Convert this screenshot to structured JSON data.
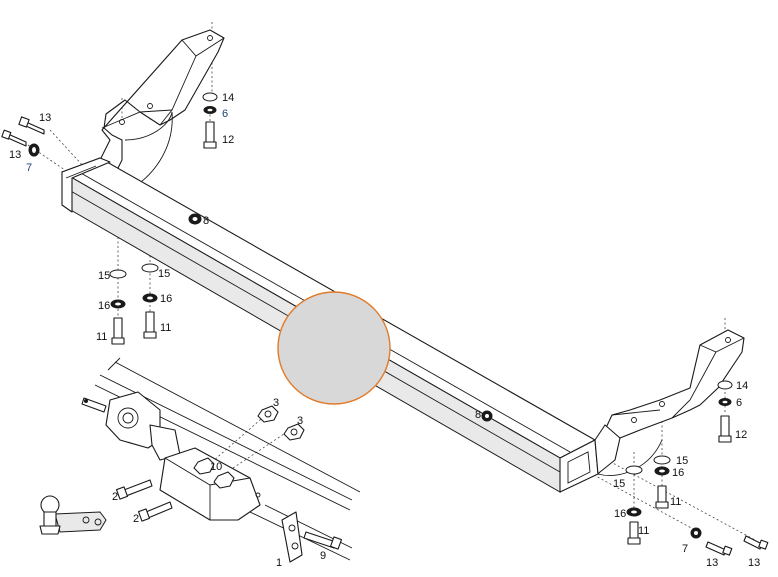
{
  "labels": {
    "p1": "1",
    "p2a": "2",
    "p2b": "2",
    "p3a": "3",
    "p3b": "3",
    "p6a": "6",
    "p6b": "6",
    "p7a": "7",
    "p7b": "7",
    "p8a": "8",
    "p8b": "8",
    "p9": "9",
    "p10": "10",
    "p11a": "11",
    "p11b": "11",
    "p11c": "11",
    "p11d": "11",
    "p12a": "12",
    "p12b": "12",
    "p13a": "13",
    "p13b": "13",
    "p13c": "13",
    "p13d": "13",
    "p14a": "14",
    "p14b": "14",
    "p15a": "15",
    "p15b": "15",
    "p15c": "15",
    "p15d": "15",
    "p16a": "16",
    "p16b": "16",
    "p16c": "16",
    "p16d": "16"
  },
  "colors": {
    "circle_fill": "#d8d8d8",
    "circle_stroke": "#e07b2a",
    "blue_label": "#1f3f73"
  }
}
